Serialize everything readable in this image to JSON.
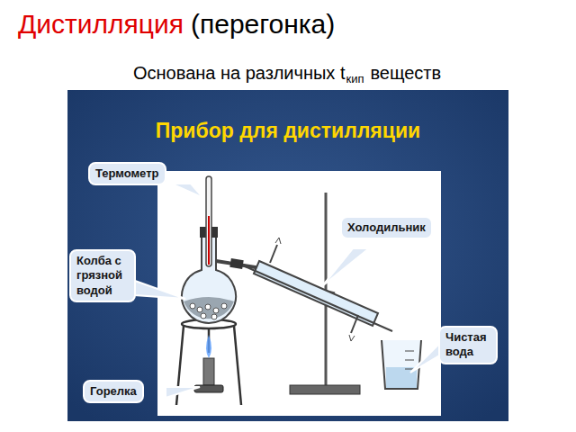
{
  "diagram": {
    "title": "Дистилляция",
    "nodes": [
      {
        "text": [
          "Термометр"
        ]
      },
      {
        "text": [
          "Холодильник"
        ]
      },
      {
        "text": [
          "Колба с грязной водой"
        ]
      },
      {
        "text": [
          "Чистая вода"
        ]
      },
      {
        "text": [
          "Горелка"
        ]
      }
    ],
    "labels": [
      "(перегонка)",
      "Основана на различных t",
      "кип",
      "веществ",
      "Прибор для дистилляции"
    ]
  }
}
